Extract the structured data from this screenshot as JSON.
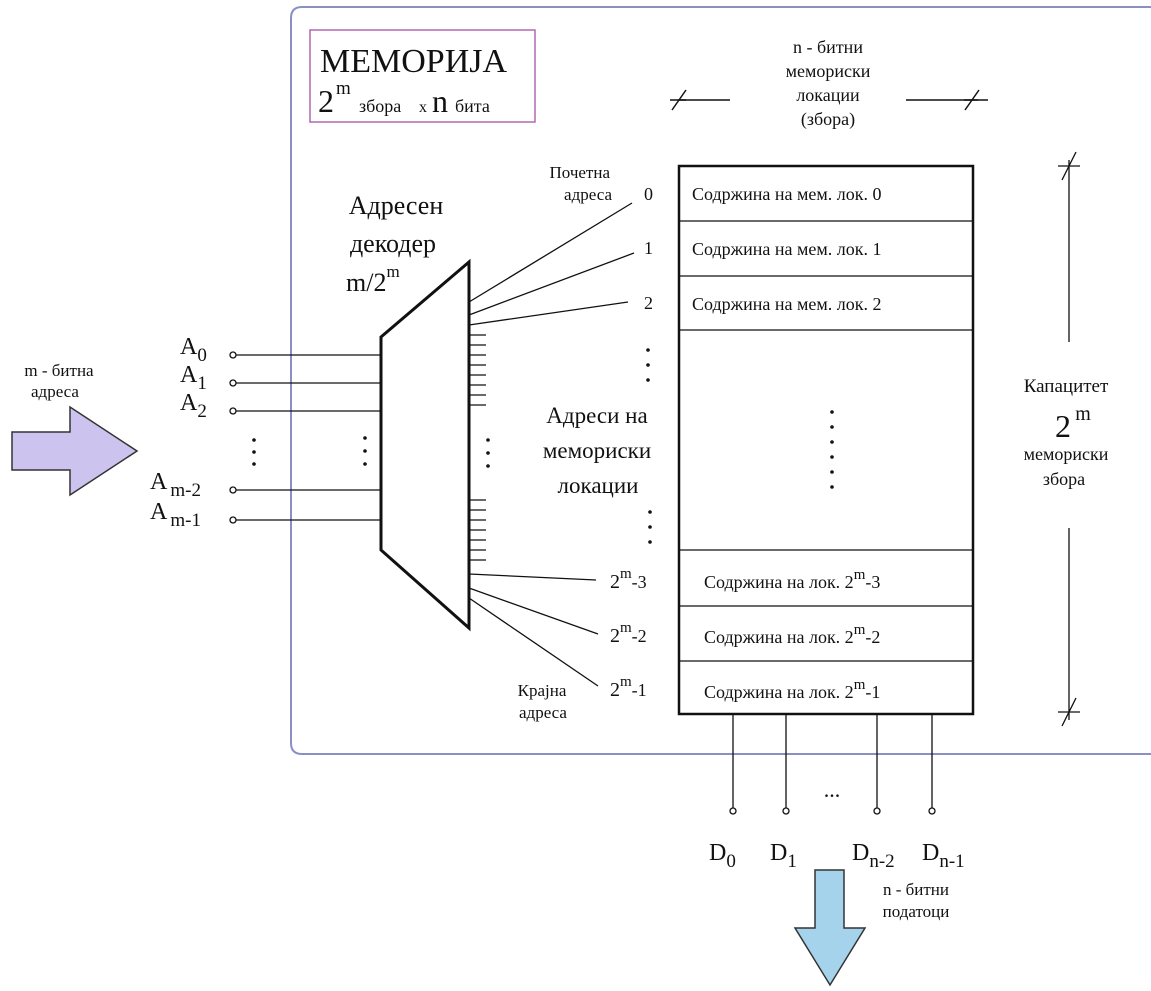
{
  "title": {
    "name": "МЕМОРИЈА",
    "base": "2",
    "exp": "m",
    "words_word": "збора",
    "times": "x",
    "n": "n",
    "bits_word": "бита"
  },
  "word_width_label": [
    "n - битни",
    "мемориски",
    "локации",
    "(збора)"
  ],
  "decoder": {
    "lines": [
      "Адресен",
      "декодер"
    ],
    "ratio_base": "m/2",
    "ratio_exp": "m"
  },
  "input_label": [
    "m - битна",
    "адреса"
  ],
  "address_inputs": [
    {
      "main": "A",
      "sub": "0"
    },
    {
      "main": "A",
      "sub": "1"
    },
    {
      "main": "A",
      "sub": "2"
    },
    {
      "main": "A",
      "sub": "m-2"
    },
    {
      "main": "A",
      "sub": "m-1"
    }
  ],
  "start_address_label": [
    "Почетна",
    "адреса"
  ],
  "end_address_label": [
    "Крајна",
    "адреса"
  ],
  "address_locations_label": [
    "Адреси на",
    "мемориски",
    "локации"
  ],
  "addresses_top": [
    "0",
    "1",
    "2"
  ],
  "addresses_bottom": [
    {
      "base": "2",
      "exp": "m",
      "suffix": "-3"
    },
    {
      "base": "2",
      "exp": "m",
      "suffix": "-2"
    },
    {
      "base": "2",
      "exp": "m",
      "suffix": "-1"
    }
  ],
  "cells_top": [
    "Содржина на мем. лок. 0",
    "Содржина на мем. лок. 1",
    "Содржина на мем. лок. 2"
  ],
  "cells_bottom": [
    {
      "text": "Содржина на лок. 2",
      "exp": "m",
      "suffix": "-3"
    },
    {
      "text": "Содржина на лок. 2",
      "exp": "m",
      "suffix": "-2"
    },
    {
      "text": "Содржина на лок. 2",
      "exp": "m",
      "suffix": "-1"
    }
  ],
  "capacity_label": {
    "top": "Капацитет",
    "base": "2",
    "exp": "m",
    "lines": [
      "мемориски",
      "збора"
    ]
  },
  "data_outputs": [
    {
      "main": "D",
      "sub": "0"
    },
    {
      "main": "D",
      "sub": "1"
    },
    {
      "main": "D",
      "sub": "n-2"
    },
    {
      "main": "D",
      "sub": "n-1"
    }
  ],
  "output_ellipsis": "...",
  "output_label": [
    "n - битни",
    "податоци"
  ],
  "colors": {
    "memory_border": "#8a8fc4",
    "title_border": "#b06ab0",
    "input_arrow": "#ccc4ee",
    "output_arrow": "#a6d3ec",
    "line": "#111111"
  }
}
